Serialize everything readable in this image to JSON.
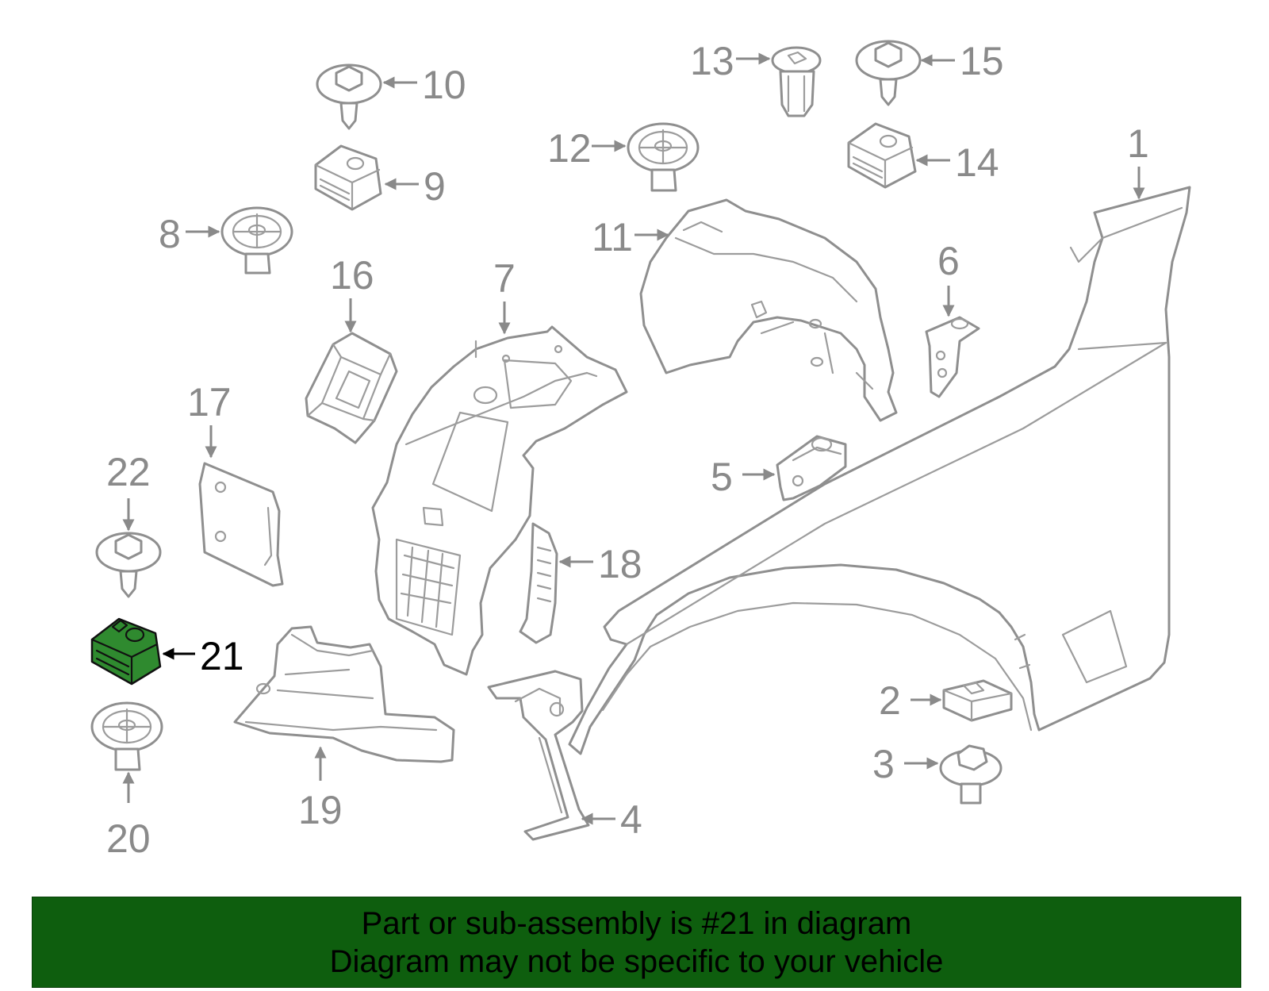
{
  "callouts": [
    {
      "id": "1",
      "label": "1"
    },
    {
      "id": "2",
      "label": "2"
    },
    {
      "id": "3",
      "label": "3"
    },
    {
      "id": "4",
      "label": "4"
    },
    {
      "id": "5",
      "label": "5"
    },
    {
      "id": "6",
      "label": "6"
    },
    {
      "id": "7",
      "label": "7"
    },
    {
      "id": "8",
      "label": "8"
    },
    {
      "id": "9",
      "label": "9"
    },
    {
      "id": "10",
      "label": "10"
    },
    {
      "id": "11",
      "label": "11"
    },
    {
      "id": "12",
      "label": "12"
    },
    {
      "id": "13",
      "label": "13"
    },
    {
      "id": "14",
      "label": "14"
    },
    {
      "id": "15",
      "label": "15"
    },
    {
      "id": "16",
      "label": "16"
    },
    {
      "id": "17",
      "label": "17"
    },
    {
      "id": "18",
      "label": "18"
    },
    {
      "id": "19",
      "label": "19"
    },
    {
      "id": "20",
      "label": "20"
    },
    {
      "id": "21",
      "label": "21"
    },
    {
      "id": "22",
      "label": "22"
    }
  ],
  "highlighted_part": "21",
  "colors": {
    "highlight_fill": "#2f8a2f",
    "banner_background": "#0e5e0e",
    "line_art": "#8f8f8f"
  },
  "banner": {
    "line1": "Part or sub-assembly is #21 in diagram",
    "line2": "Diagram may not be specific to your vehicle"
  }
}
